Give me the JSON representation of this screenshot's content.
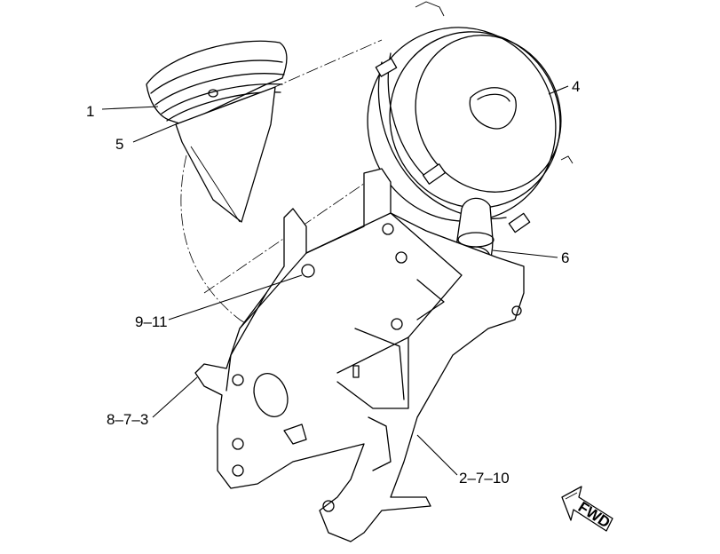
{
  "callouts": {
    "c1": "1",
    "c5": "5",
    "c4": "4",
    "c6": "6",
    "c9_11": "9–11",
    "c8_7_3": "8–7–3",
    "c2_7_10": "2–7–10"
  },
  "direction_arrow": {
    "label": "FWD"
  }
}
